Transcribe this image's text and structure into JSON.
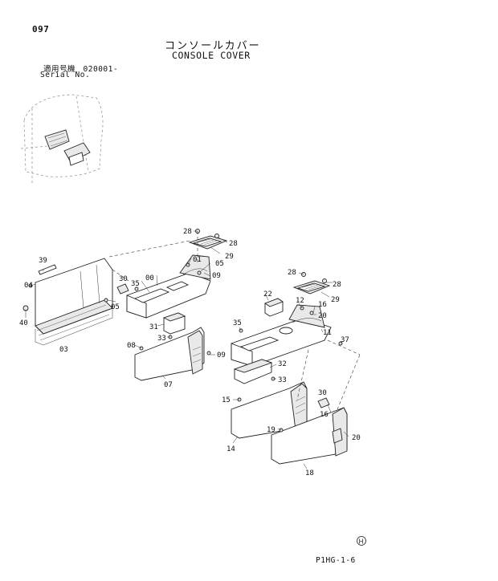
{
  "page_number": "097",
  "title_jp": "コンソールカバー",
  "title_en": "CONSOLE COVER",
  "serial": {
    "label_jp": "適用号機",
    "range": "020001-",
    "label_en": "Serial No."
  },
  "page_code": "P1HG-1-6",
  "logo": "H",
  "callouts": {
    "c28a": "28",
    "c28b": "28",
    "c01": "01",
    "c05a": "05",
    "c29a": "29",
    "c09a": "09",
    "c00": "00",
    "c35a": "35",
    "c30a": "30",
    "c39": "39",
    "c04": "04",
    "c05b": "05",
    "c40": "40",
    "c03": "03",
    "c31": "31",
    "c33a": "33",
    "c08": "08",
    "c09b": "09",
    "c07": "07",
    "c28c": "28",
    "c28d": "28",
    "c22": "22",
    "c12": "12",
    "c16a": "16",
    "c29b": "29",
    "c20a": "20",
    "c11": "11",
    "c35b": "35",
    "c37": "37",
    "c32": "32",
    "c33b": "33",
    "c15": "15",
    "c14": "14",
    "c30b": "30",
    "c16b": "16",
    "c19": "19",
    "c20b": "20",
    "c18": "18"
  }
}
